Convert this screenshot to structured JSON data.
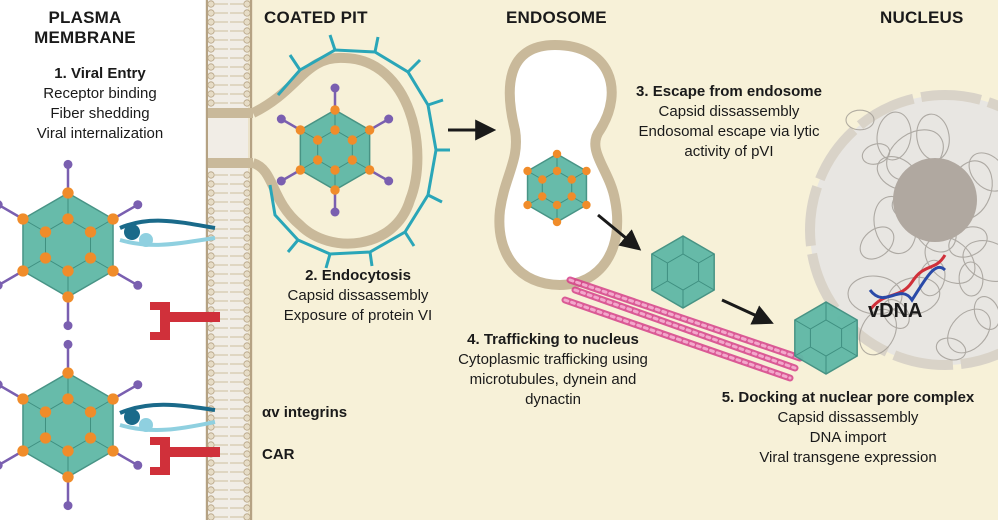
{
  "sections": {
    "plasma_membrane": [
      "PLASMA",
      "MEMBRANE"
    ],
    "coated_pit": "COATED PIT",
    "endosome": "ENDOSOME",
    "nucleus": "NUCLEUS"
  },
  "steps": [
    {
      "title": "1. Viral Entry",
      "lines": [
        "Receptor binding",
        "Fiber shedding",
        "Viral internalization"
      ]
    },
    {
      "title": "2. Endocytosis",
      "lines": [
        "Capsid dissassembly",
        "Exposure of protein VI"
      ]
    },
    {
      "title": "3. Escape from endosome",
      "lines": [
        "Capsid dissassembly",
        "Endosomal escape via lytic",
        "activity of pVI"
      ]
    },
    {
      "title": "4. Trafficking to nucleus",
      "lines": [
        "Cytoplasmic trafficking using",
        "microtubules, dynein and",
        "dynactin"
      ]
    },
    {
      "title": "5. Docking at nuclear pore complex",
      "lines": [
        "Capsid dissassembly",
        "DNA import",
        "Viral transgene expression"
      ]
    }
  ],
  "receptor_labels": {
    "integrins": "αv integrins",
    "car": "CAR"
  },
  "vdna_label": "vDNA",
  "colors": {
    "background_left": "#ffffff",
    "cytoplasm": "#f7f1d8",
    "membrane": "#c9b99a",
    "capsid": "#5fb8a6",
    "capsid_vertex": "#f08c2a",
    "fiber": "#7a5fb0",
    "clathrin": "#2aa6b8",
    "integrin": "#1a6a8a",
    "car": "#d0303a",
    "microtubule": "#d6408a",
    "nucleus": "#e8e6e2",
    "nucleolus": "#b0a8a0"
  }
}
